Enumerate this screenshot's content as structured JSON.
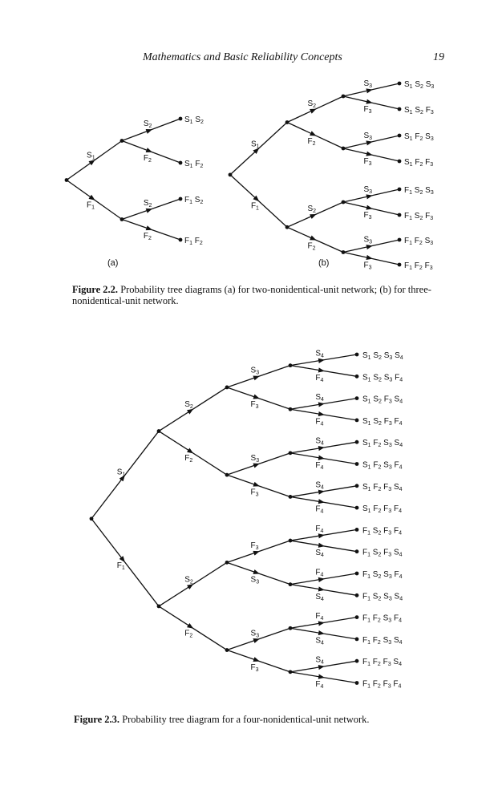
{
  "header": {
    "running_title": "Mathematics and Basic Reliability Concepts",
    "page_number": "19"
  },
  "figure_2_2": {
    "panel_a_label": "(a)",
    "panel_b_label": "(b)",
    "caption_number": "Figure 2.2.",
    "caption_text": "Probability tree diagrams (a) for two-nonidentical-unit network; (b) for three-nonidentical-unit network.",
    "panel_a": {
      "branches": [
        {
          "from": "root",
          "label": "S1"
        },
        {
          "from": "root",
          "label": "F1"
        },
        {
          "from": "S1",
          "label": "S2"
        },
        {
          "from": "S1",
          "label": "F2"
        },
        {
          "from": "F1",
          "label": "S2"
        },
        {
          "from": "F1",
          "label": "F2"
        }
      ],
      "outcomes": [
        "S1 S2",
        "S1 F2",
        "F1 S2",
        "F1 F2"
      ]
    },
    "panel_b": {
      "outcomes": [
        "S1 S2 S3",
        "S1 S2 F3",
        "S1 F2 S3",
        "S1 F2 F3",
        "F1 S2 S3",
        "F1 S2 F3",
        "F1 F2 S3",
        "F1 F2 F3"
      ]
    }
  },
  "figure_2_3": {
    "caption_number": "Figure 2.3.",
    "caption_text": "Probability tree diagram for a four-nonidentical-unit network.",
    "outcomes": [
      "S1 S2 S3 S4",
      "S1 S2 S3 F4",
      "S1 S2 F3 S4",
      "S1 S2 F3 F4",
      "S1 F2 S3 S4",
      "S1 F2 S3 F4",
      "S1 F2 F3 S4",
      "S1 F2 F3 F4",
      "F1 S2 F3 F4",
      "F1 S2 F3 S4",
      "F1 S2 S3 F4",
      "F1 S2 S3 S4",
      "F1 F2 S3 F4",
      "F1 F2 S3 S4",
      "F1 F2 F3 S4",
      "F1 F2 F3 F4"
    ]
  }
}
